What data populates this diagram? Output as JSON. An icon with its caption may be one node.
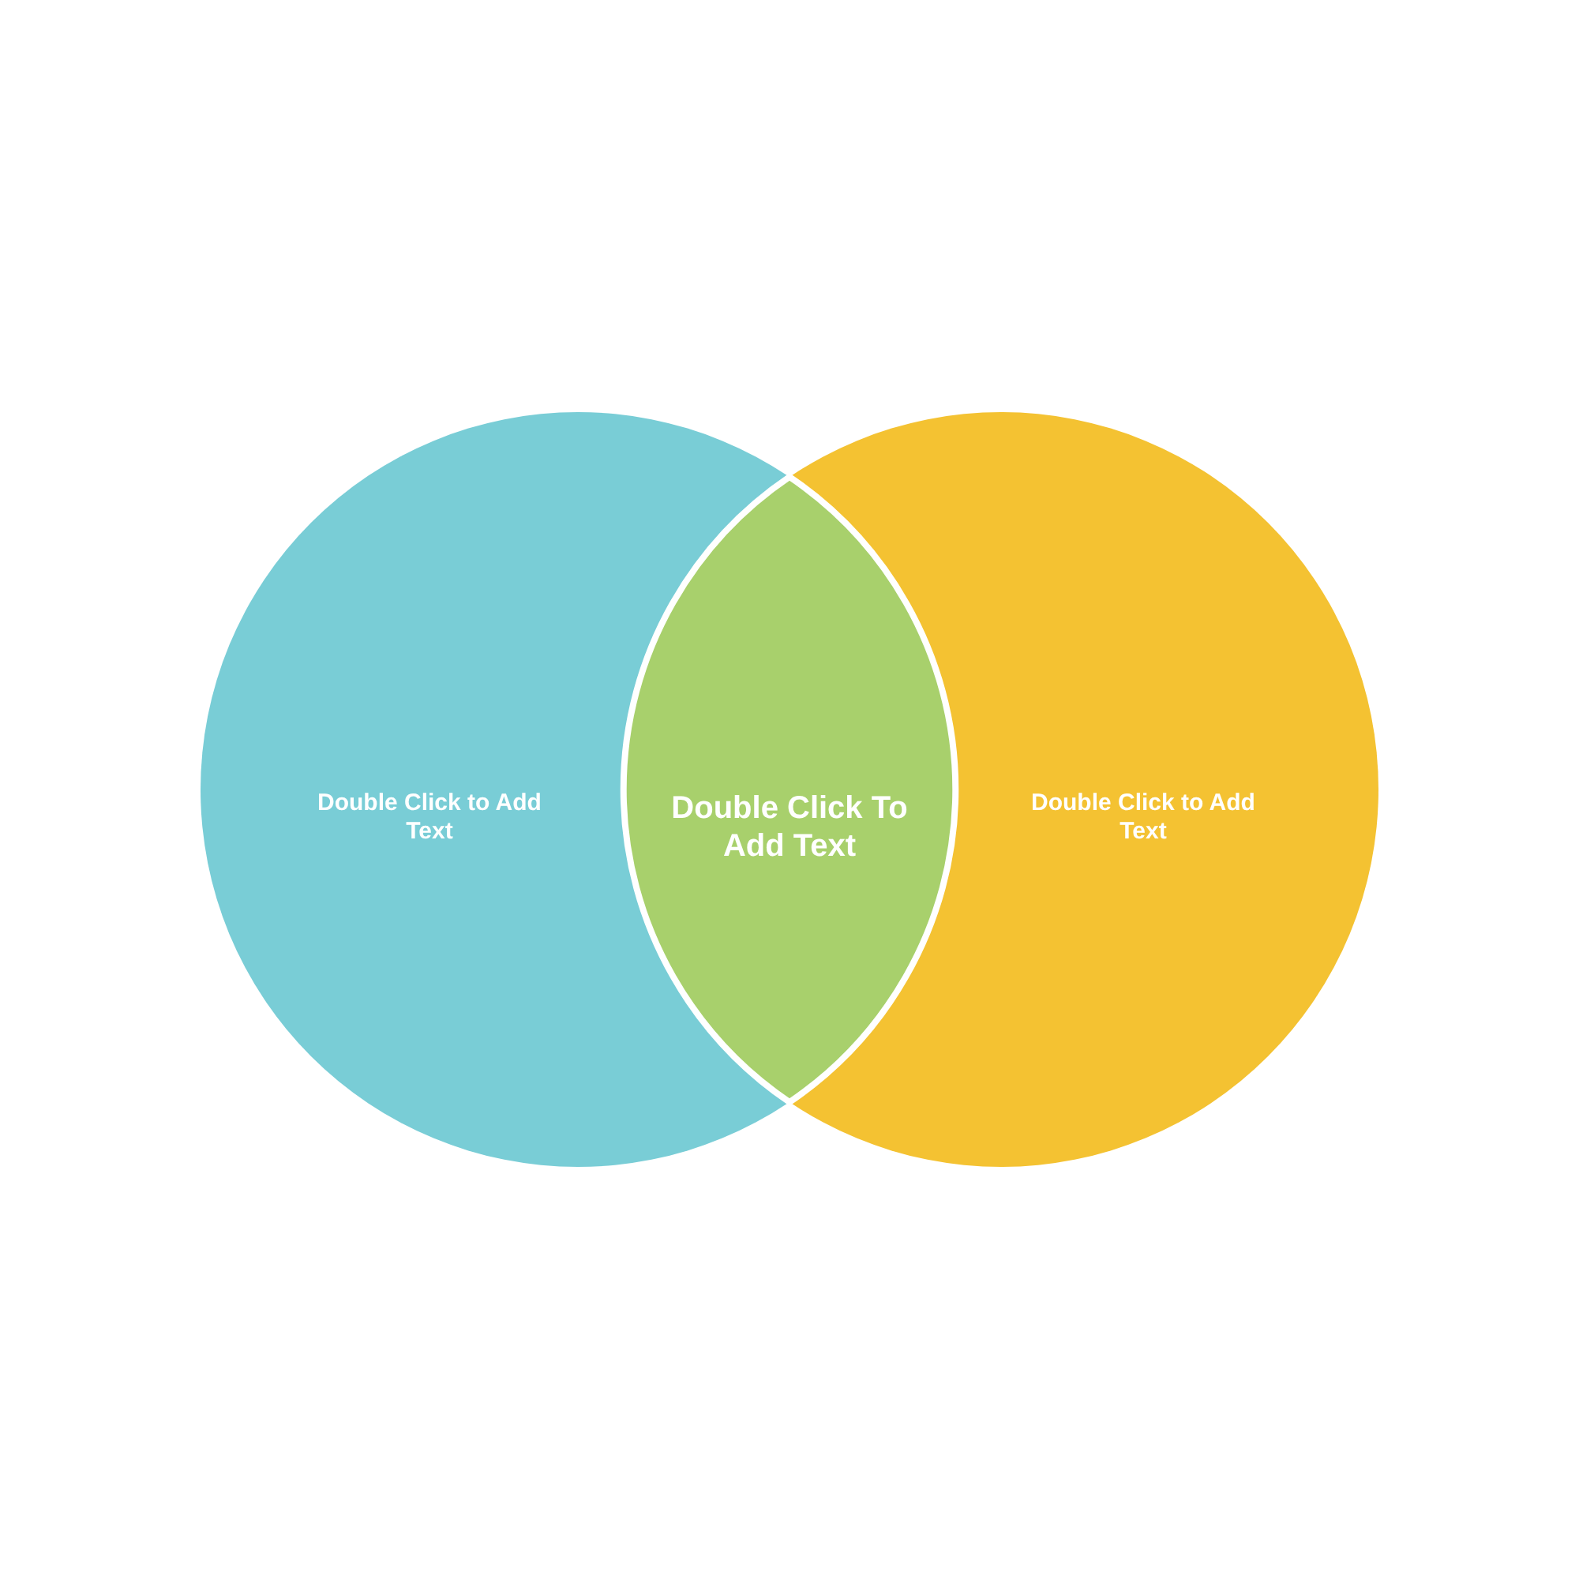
{
  "diagram": {
    "nodes": [
      {
        "text": [
          "Double Click to Add Text"
        ]
      },
      {
        "text": [
          "Double Click To Add Text"
        ]
      },
      {
        "text": [
          "Double Click to Add Text"
        ]
      }
    ],
    "edges": []
  }
}
